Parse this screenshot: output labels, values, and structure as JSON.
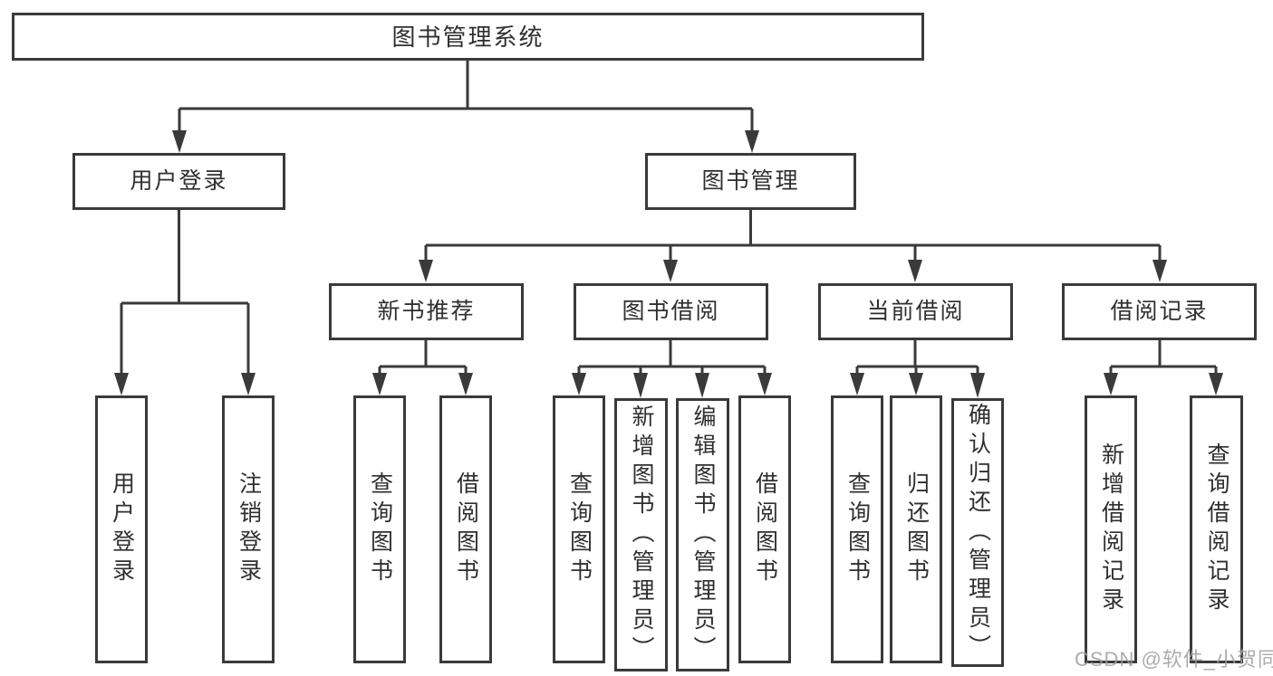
{
  "diagram": {
    "title": "图书管理系统",
    "branches": [
      {
        "label": "用户登录",
        "children": [
          "用户登录",
          "注销登录"
        ]
      },
      {
        "label": "图书管理",
        "sections": [
          {
            "label": "新书推荐",
            "children": [
              "查询图书",
              "借阅图书"
            ]
          },
          {
            "label": "图书借阅",
            "children": [
              "查询图书",
              "新增图书（管理员）",
              "编辑图书（管理员）",
              "借阅图书"
            ]
          },
          {
            "label": "当前借阅",
            "children": [
              "查询图书",
              "归还图书",
              "确认归还（管理员）"
            ]
          },
          {
            "label": "借阅记录",
            "children": [
              "新增借阅记录",
              "查询借阅记录"
            ]
          }
        ]
      }
    ],
    "watermark": "CSDN @软件_小贺同学",
    "colors": {
      "line": "#3a3a3a",
      "text": "#2f2f2f",
      "background": "#ffffff",
      "watermark": "#9e9e9e"
    }
  }
}
